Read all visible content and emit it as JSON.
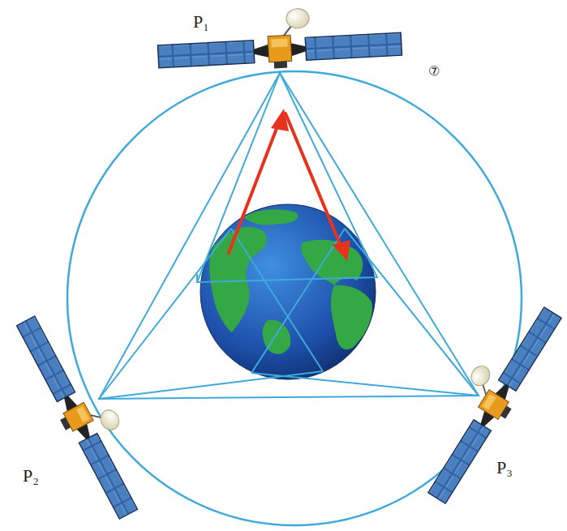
{
  "diagram": {
    "labels": [
      "P₁",
      "P₂",
      "P₃",
      "⑦"
    ]
  }
}
